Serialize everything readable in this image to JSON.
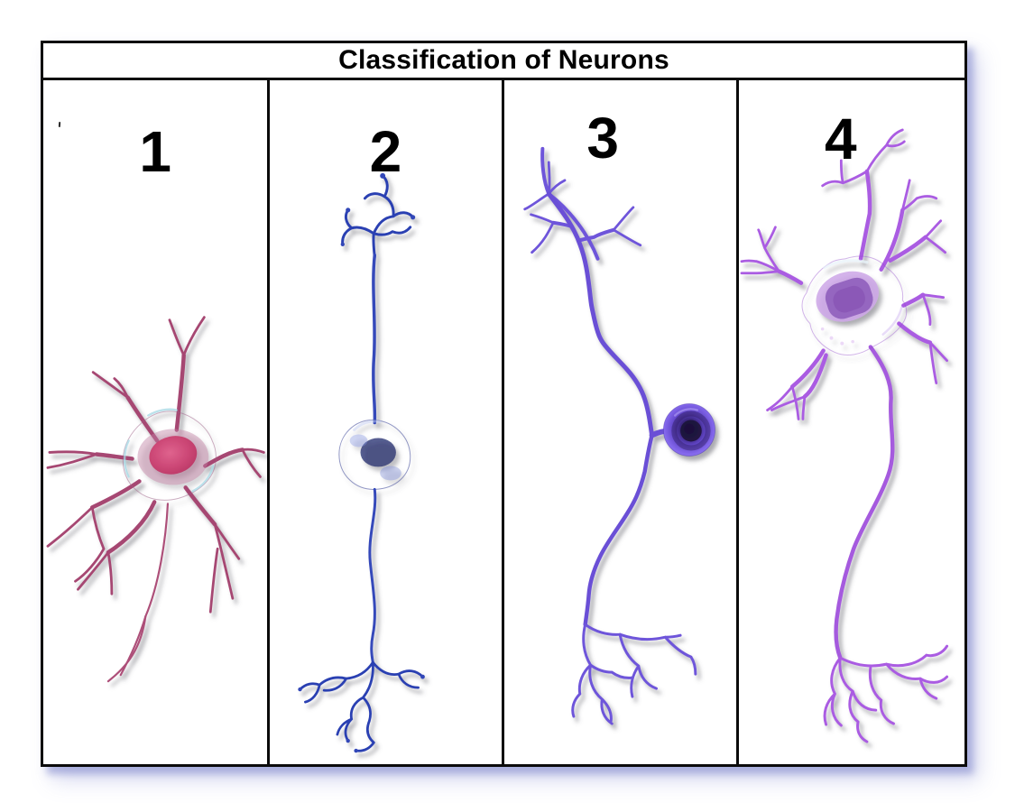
{
  "title": "Classification of Neurons",
  "panels": [
    {
      "label": "1",
      "illustration": "multipolar-neuron",
      "accent_color": "#a64672"
    },
    {
      "label": "2",
      "illustration": "bipolar-neuron",
      "accent_color": "#3044b4"
    },
    {
      "label": "3",
      "illustration": "unipolar-neuron",
      "accent_color": "#6e54da"
    },
    {
      "label": "4",
      "illustration": "multipolar-neuron-long-axon",
      "accent_color": "#aa5ce2"
    }
  ]
}
